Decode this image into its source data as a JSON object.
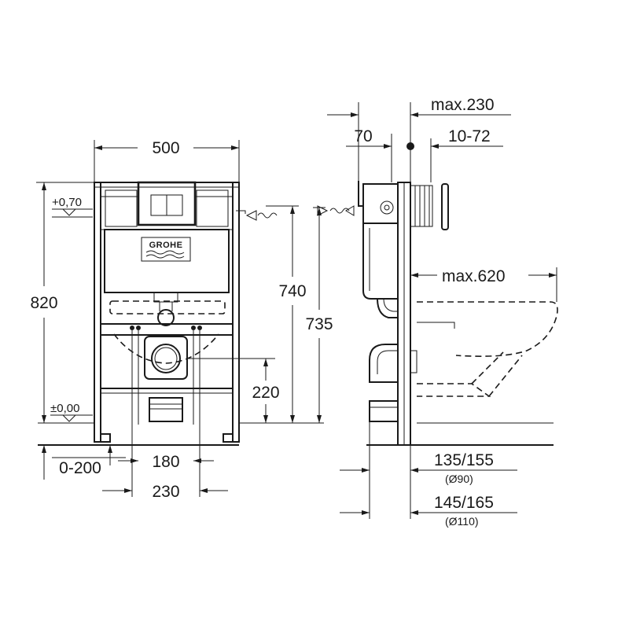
{
  "brand": {
    "logo_text": "GROHE"
  },
  "front_view": {
    "width_label": "500",
    "height_label": "820",
    "level_upper": "+0,70",
    "level_lower": "±0,00",
    "inlet_height_label": "740",
    "outlet_height_label": "220",
    "floor_offset_label": "0-200",
    "outlet_spacing_inner": "180",
    "outlet_spacing_outer": "230"
  },
  "side_view": {
    "depth_max_label": "max.230",
    "panel_offset_label": "70",
    "adjust_range_label": "10-72",
    "inlet_height_label": "735",
    "bowl_projection_label": "max.620",
    "drain_small_label": "135/155",
    "drain_small_diameter": "(Ø90)",
    "drain_large_label": "145/165",
    "drain_large_diameter": "(Ø110)"
  }
}
